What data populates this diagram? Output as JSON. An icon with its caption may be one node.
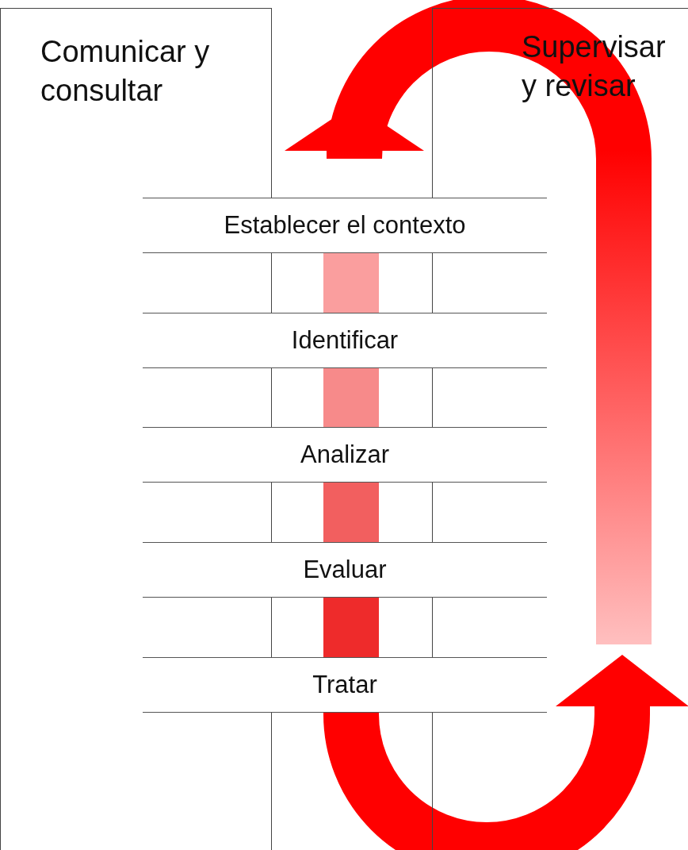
{
  "diagram": {
    "nodes": [
      {
        "text": [
          "Comunicar y consultar"
        ]
      },
      {
        "text": [
          "Supervisar y revisar"
        ]
      },
      {
        "text": [
          "Establecer el contexto"
        ]
      },
      {
        "text": [
          "Identificar"
        ]
      },
      {
        "text": [
          "Analizar"
        ]
      },
      {
        "text": [
          "Evaluar"
        ]
      },
      {
        "text": [
          "Tratar"
        ]
      }
    ],
    "edges": [
      {
        "from": 2,
        "to": 3,
        "arrow": "none",
        "color": "#fa9e9e"
      },
      {
        "from": 3,
        "to": 4,
        "arrow": "none",
        "color": "#f78a8a"
      },
      {
        "from": 4,
        "to": 5,
        "arrow": "none",
        "color": "#f25f5f"
      },
      {
        "from": 5,
        "to": 6,
        "arrow": "none",
        "color": "#ee2b2b"
      },
      {
        "from": 6,
        "to": 1,
        "arrow": "to",
        "color": "#ff0000"
      },
      {
        "from": 1,
        "to": 2,
        "arrow": "to",
        "color": "#ff0000"
      }
    ]
  }
}
